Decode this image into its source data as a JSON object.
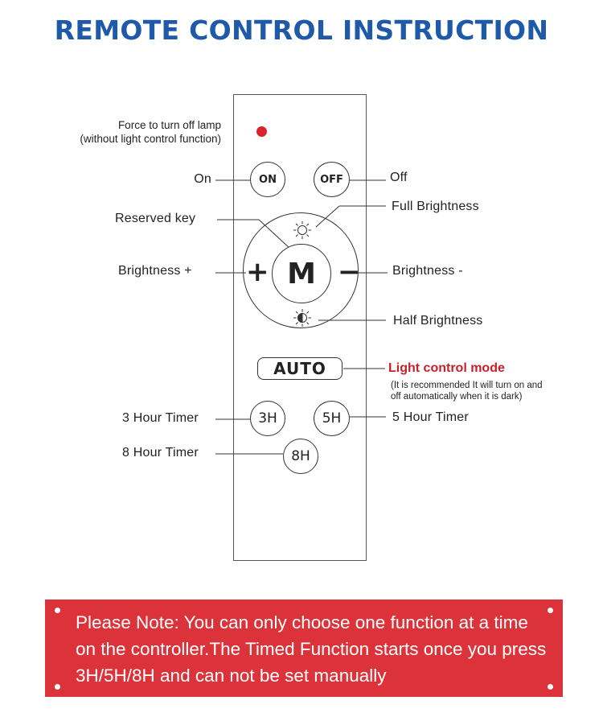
{
  "title": "REMOTE CONTROL INSTRUCTION",
  "labels": {
    "force_off_line1": "Force to turn off lamp",
    "force_off_line2": "(without light control function)",
    "on": "On",
    "off": "Off",
    "reserved_key": "Reserved key",
    "full_brightness": "Full Brightness",
    "brightness_plus": "Brightness +",
    "brightness_minus": "Brightness  -",
    "half_brightness": "Half Brightness",
    "light_control_mode": "Light control mode",
    "light_control_note_line1": "(It is recommended It will turn on and",
    "light_control_note_line2": "off automatically when it is dark)",
    "timer_3h": "3 Hour Timer",
    "timer_5h": "5 Hour Timer",
    "timer_8h": "8 Hour Timer"
  },
  "buttons": {
    "on": "ON",
    "off": "OFF",
    "m": "M",
    "plus": "+",
    "minus": "−",
    "auto": "AUTO",
    "h3": "3H",
    "h5": "5H",
    "h8": "8H"
  },
  "note": {
    "text": "Please Note: You can only choose one function at a time on the controller.The Timed Function starts once you press 3H/5H/8H and can not be set manually"
  },
  "colors": {
    "title": "#1f5aa8",
    "accent_red": "#c8202a",
    "led": "#d8232a",
    "banner": "#dc3239"
  },
  "icons": {
    "full_brightness": "sun-icon",
    "half_brightness": "half-sun-icon"
  }
}
